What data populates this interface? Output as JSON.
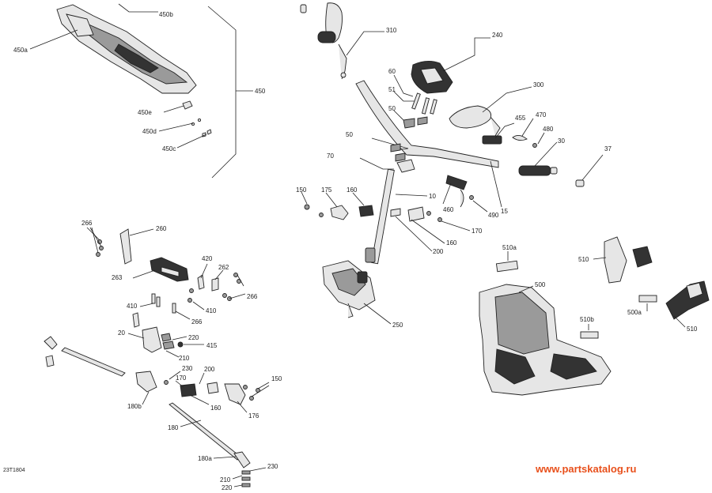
{
  "diagram_code": "23T1804",
  "watermark": "www.partskatalog.ru",
  "colors": {
    "watermark": "#e8501c",
    "ink": "#222222"
  },
  "callouts": {
    "c450b": "450b",
    "c450a": "450a",
    "c450": "450",
    "c450e": "450e",
    "c450d": "450d",
    "c450c": "450c",
    "c310": "310",
    "c240": "240",
    "c60": "60",
    "c51": "51",
    "c300": "300",
    "c50a": "50",
    "c455": "455",
    "c470": "470",
    "c480": "480",
    "c30": "30",
    "c50b": "50",
    "c70": "70",
    "c37": "37",
    "c10": "10",
    "c150a": "150",
    "c175": "175",
    "c160a": "160",
    "c460": "460",
    "c490": "490",
    "c15": "15",
    "c170a": "170",
    "c160b": "160",
    "c200a": "200",
    "c266a": "266",
    "c260": "260",
    "c420": "420",
    "c262": "262",
    "c263": "263",
    "c266b": "266",
    "c410a": "410",
    "c410b": "410",
    "c266c": "266",
    "c20": "20",
    "c220a": "220",
    "c415": "415",
    "c210a": "210",
    "c230a": "230",
    "c200b": "200",
    "c170b": "170",
    "c150b": "150",
    "c160c": "160",
    "c176": "176",
    "c180b": "180b",
    "c180": "180",
    "c180a": "180a",
    "c230b": "230",
    "c210b": "210",
    "c220b": "220",
    "c250": "250",
    "c510a": "510a",
    "c500": "500",
    "c510a_2": "510",
    "c510b": "510b",
    "c500a": "500a",
    "c510b_2": "510"
  }
}
